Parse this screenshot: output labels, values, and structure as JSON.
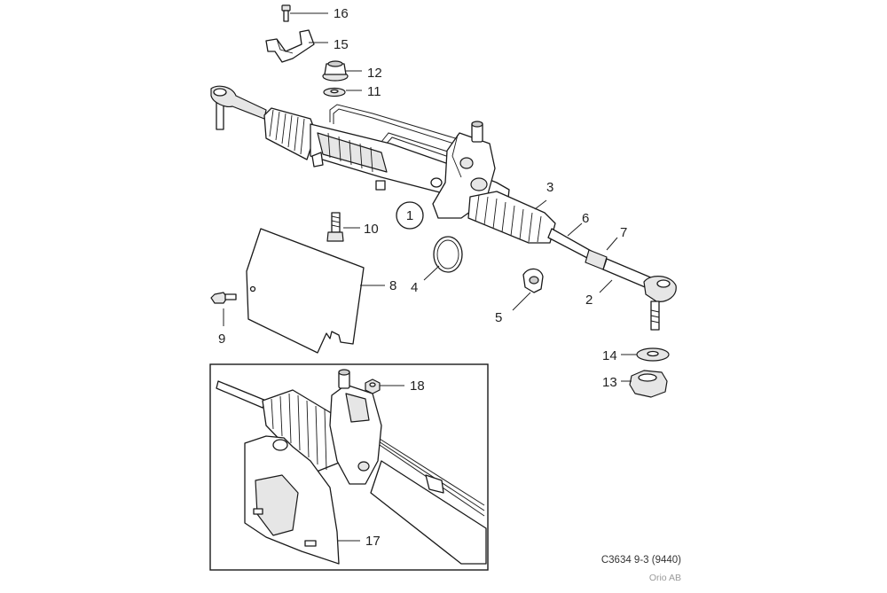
{
  "diagram": {
    "callouts": [
      {
        "id": "c1",
        "label": "1",
        "circled": true
      },
      {
        "id": "c2",
        "label": "2"
      },
      {
        "id": "c3",
        "label": "3"
      },
      {
        "id": "c4",
        "label": "4"
      },
      {
        "id": "c5",
        "label": "5"
      },
      {
        "id": "c6",
        "label": "6"
      },
      {
        "id": "c7",
        "label": "7"
      },
      {
        "id": "c8",
        "label": "8"
      },
      {
        "id": "c9",
        "label": "9"
      },
      {
        "id": "c10",
        "label": "10"
      },
      {
        "id": "c11",
        "label": "11"
      },
      {
        "id": "c12",
        "label": "12"
      },
      {
        "id": "c13",
        "label": "13"
      },
      {
        "id": "c14",
        "label": "14"
      },
      {
        "id": "c15",
        "label": "15"
      },
      {
        "id": "c16",
        "label": "16"
      },
      {
        "id": "c17",
        "label": "17"
      },
      {
        "id": "c18",
        "label": "18"
      }
    ]
  },
  "footer": {
    "drawing_code": "C3634 9-3 (9440)",
    "copyright": "Orio AB"
  }
}
